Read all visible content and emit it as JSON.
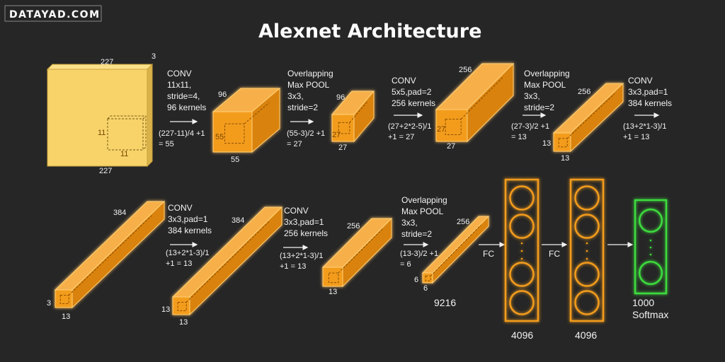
{
  "watermark": "DATAYAD.COM",
  "title": "Alexnet Architecture",
  "colors": {
    "background": "#262626",
    "input_volume": "#f7d36a",
    "feature_volume": "#f39c1c",
    "fc_outline": "#f39c1c",
    "softmax_outline": "#3ddc3d",
    "text": "#f2f2f2"
  },
  "volumes": [
    {
      "dims": [
        "227",
        "227",
        "3"
      ],
      "kernel": [
        "11",
        "11"
      ]
    },
    {
      "dims": [
        "96",
        "55",
        "55"
      ]
    },
    {
      "dims": [
        "96",
        "27",
        "27"
      ]
    },
    {
      "dims": [
        "256",
        "27",
        "27"
      ]
    },
    {
      "dims": [
        "256",
        "13",
        "13"
      ]
    },
    {
      "dims": [
        "384",
        "3",
        "13"
      ]
    },
    {
      "dims": [
        "384",
        "13",
        "13"
      ]
    },
    {
      "dims": [
        "256",
        "13"
      ]
    },
    {
      "dims": [
        "256",
        "6",
        "6"
      ]
    }
  ],
  "operations": [
    {
      "lines": [
        "CONV",
        "11x11,",
        "stride=4,",
        "96 kernels"
      ],
      "formula": [
        "(227-11)/4 +1",
        "= 55"
      ]
    },
    {
      "lines": [
        "Overlapping",
        "Max POOL",
        "3x3,",
        "stride=2"
      ],
      "formula": [
        "(55-3)/2 +1",
        "= 27"
      ]
    },
    {
      "lines": [
        "CONV",
        "5x5,pad=2",
        "256 kernels"
      ],
      "formula": [
        "(27+2*2-5)/1",
        "+1  = 27"
      ]
    },
    {
      "lines": [
        "Overlapping",
        "Max POOL",
        "3x3,",
        "stride=2"
      ],
      "formula": [
        "(27-3)/2 +1",
        "= 13"
      ]
    },
    {
      "lines": [
        "CONV",
        "3x3,pad=1",
        "384 kernels"
      ],
      "formula": [
        "(13+2*1-3)/1",
        "+1  = 13"
      ]
    },
    {
      "lines": [
        "CONV",
        "3x3,pad=1",
        "384 kernels"
      ],
      "formula": [
        "(13+2*1-3)/1",
        "+1  = 13"
      ]
    },
    {
      "lines": [
        "CONV",
        "3x3,pad=1",
        "256 kernels"
      ],
      "formula": [
        "(13+2*1-3)/1",
        "+1  = 13"
      ]
    },
    {
      "lines": [
        "Overlapping",
        "Max POOL",
        "3x3,",
        "stride=2"
      ],
      "formula": [
        "(13-3)/2 +1",
        "= 6"
      ]
    }
  ],
  "flatten_size": "9216",
  "fc_layers": [
    {
      "label": "FC",
      "size": "4096"
    },
    {
      "label": "FC",
      "size": "4096"
    }
  ],
  "output": {
    "size": "1000",
    "label": "Softmax"
  }
}
